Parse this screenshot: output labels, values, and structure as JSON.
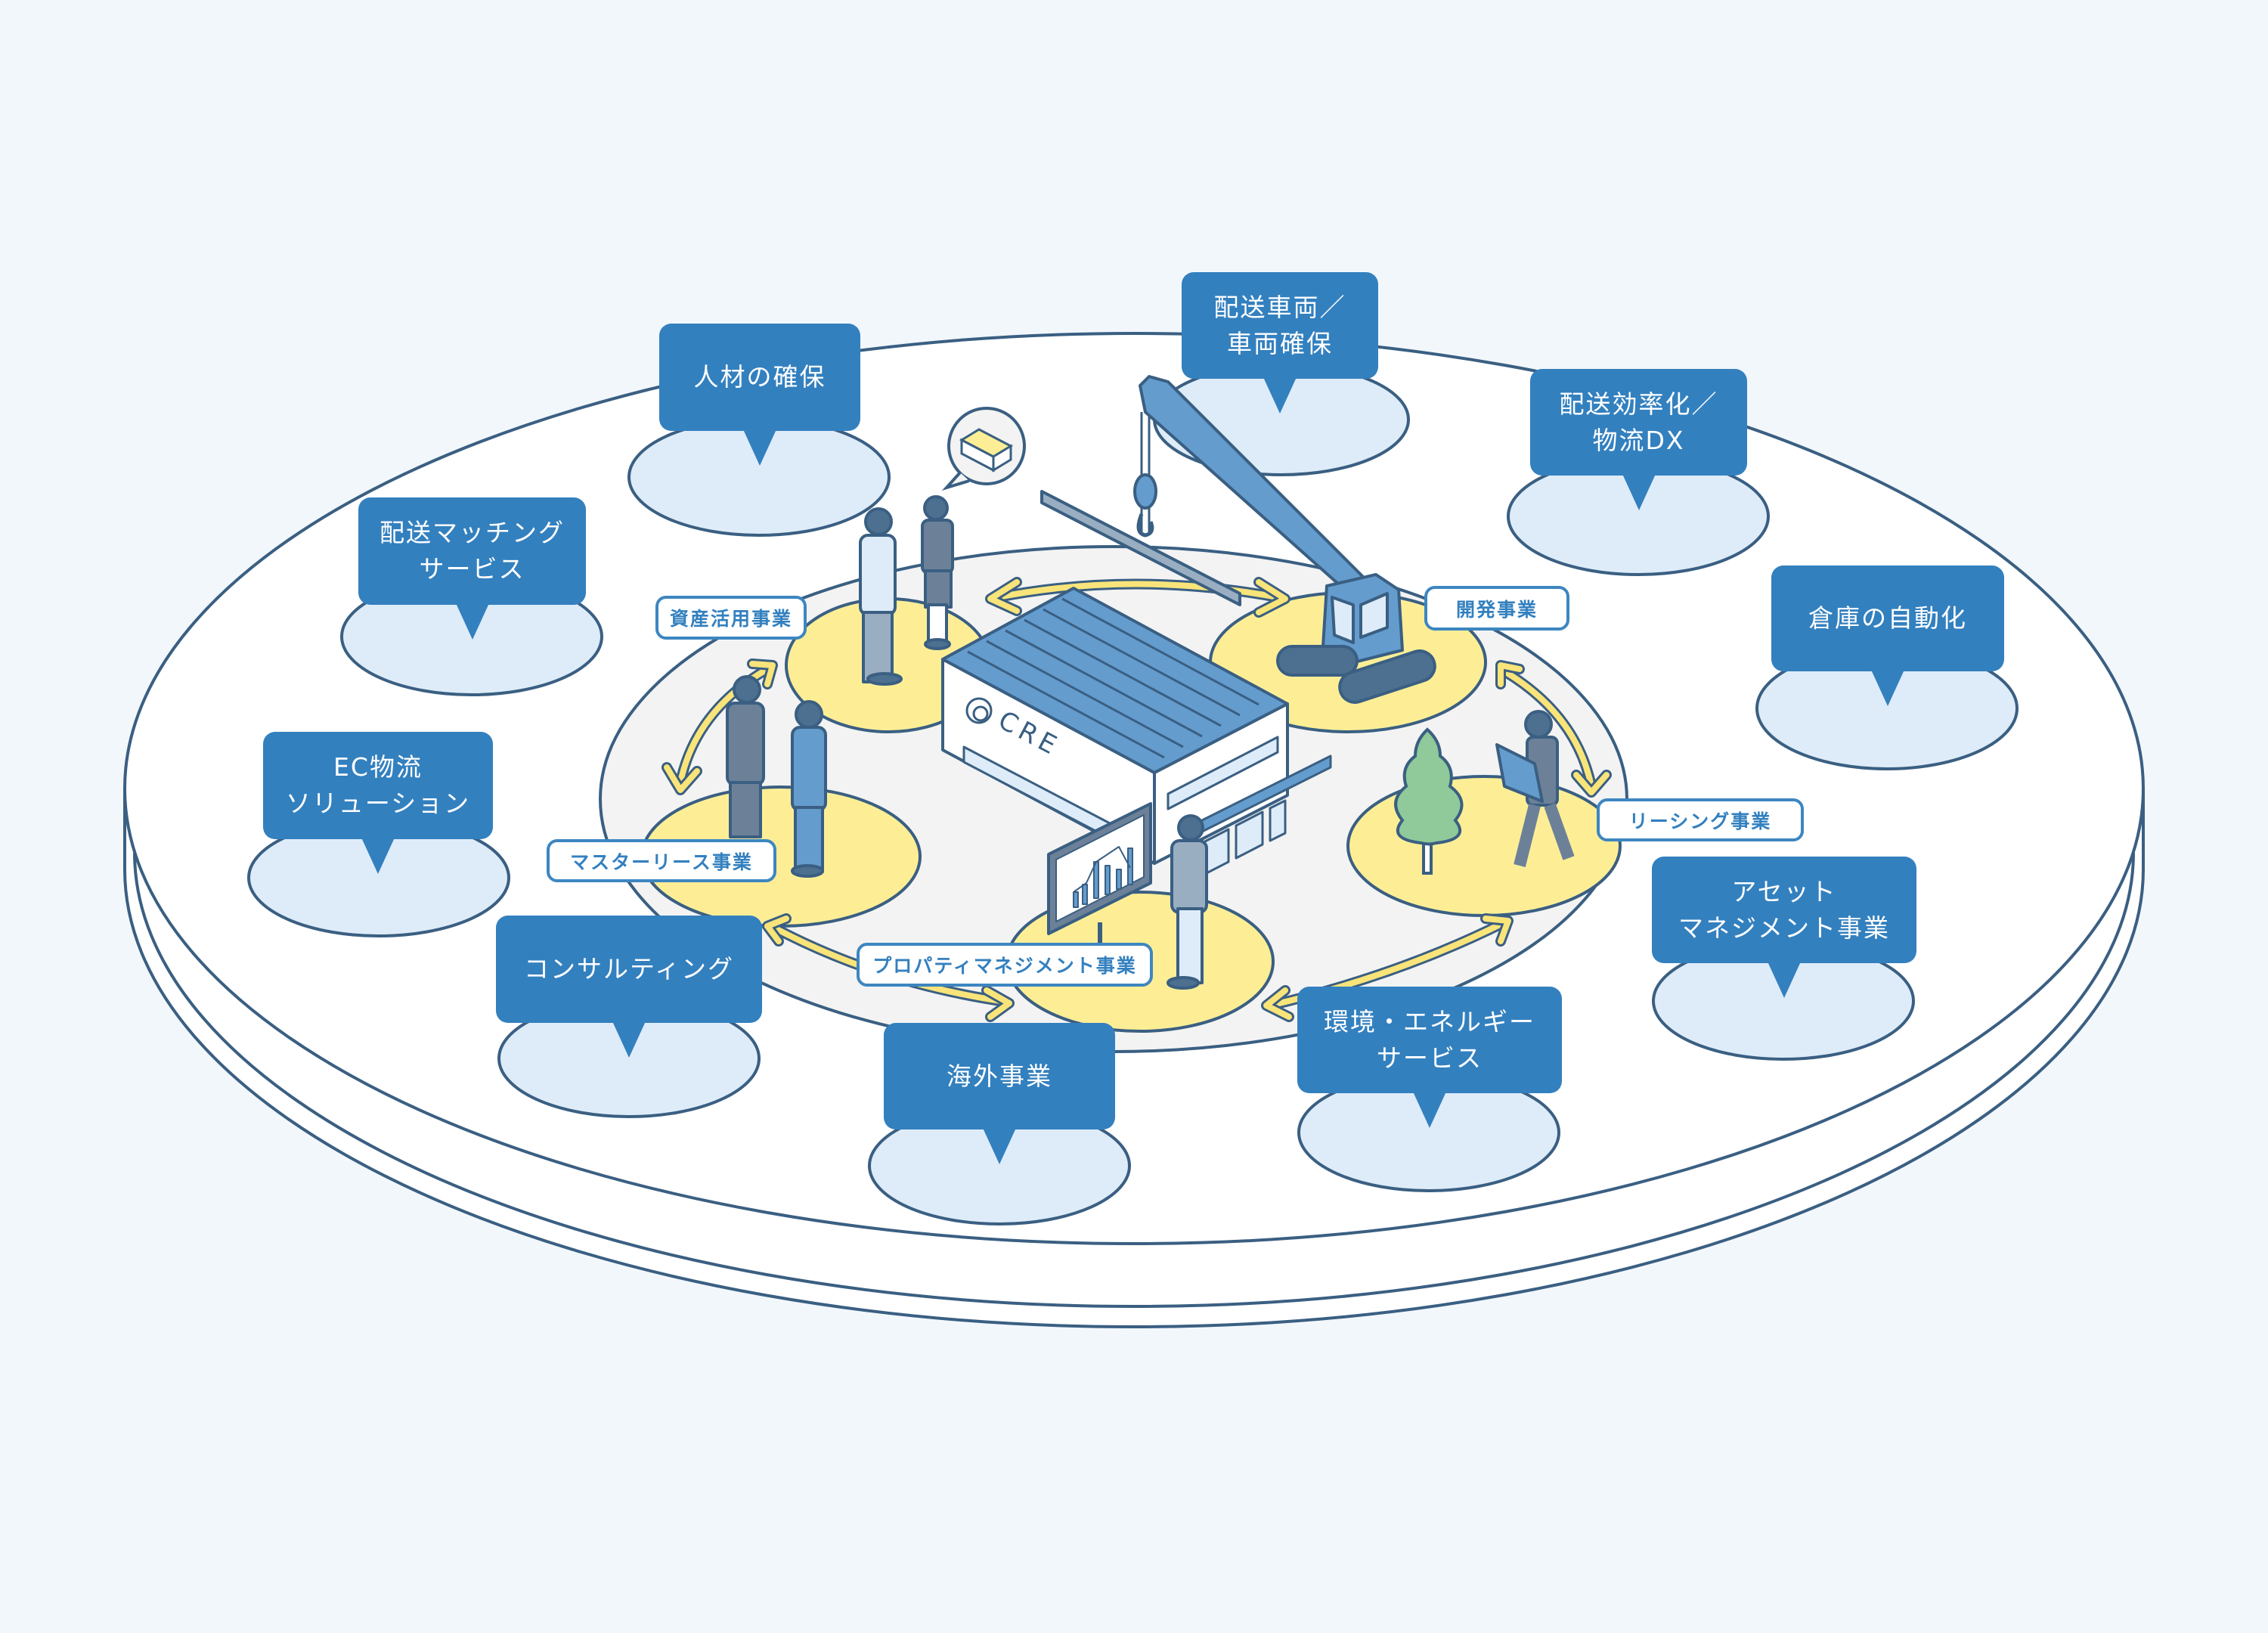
{
  "diagram": {
    "title": "CRE business ecosystem",
    "center": {
      "building_logo_text": "CRE",
      "description": "Warehouse building with CRE logo surrounded by core business areas"
    },
    "core_businesses": [
      {
        "id": "asset-utilization",
        "label": "資産活用事業",
        "scene": "two people talking, speech bubble with warehouse icon"
      },
      {
        "id": "development",
        "label": "開発事業",
        "scene": "crawler crane lifting a steel beam"
      },
      {
        "id": "master-lease",
        "label": "マスターリース事業",
        "scene": "two businessmen shaking hands"
      },
      {
        "id": "property-management",
        "label": "プロパティマネジメント事業",
        "scene": "man viewing a chart board"
      },
      {
        "id": "leasing",
        "label": "リーシング事業",
        "scene": "man reading a map next to a tree"
      }
    ],
    "surrounding_services": [
      {
        "id": "talent",
        "label": "人材の確保"
      },
      {
        "id": "delivery-vehicles",
        "label": "配送車両／\n車両確保"
      },
      {
        "id": "delivery-efficiency",
        "label": "配送効率化／\n物流DX"
      },
      {
        "id": "warehouse-automation",
        "label": "倉庫の自動化"
      },
      {
        "id": "delivery-matching",
        "label": "配送マッチング\nサービス"
      },
      {
        "id": "ec-logistics",
        "label": "EC物流\nソリューション"
      },
      {
        "id": "consulting",
        "label": "コンサルティング"
      },
      {
        "id": "overseas",
        "label": "海外事業"
      },
      {
        "id": "environment-energy",
        "label": "環境・エネルギー\nサービス"
      },
      {
        "id": "asset-management",
        "label": "アセット\nマネジメント事業"
      }
    ],
    "colors": {
      "background": "#f2f7fc",
      "outline": "#3a5f82",
      "callout_blue": "#3380bf",
      "pad_blue": "#deecf9",
      "yellow": "#fdee96",
      "arrow_yellow": "#f9e47a",
      "ring_gray": "#f3f3f3",
      "building_roof": "#649cce",
      "suit_dark": "#6c8198",
      "tree_green": "#90c99a"
    }
  }
}
